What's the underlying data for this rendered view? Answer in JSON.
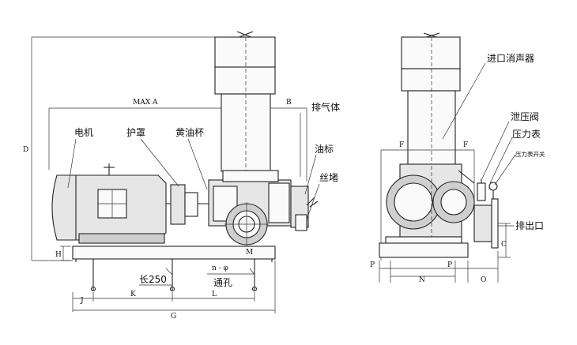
{
  "front_view": {
    "labels": {
      "motor": "电机",
      "guard": "护罩",
      "grease_cup": "黄油杯",
      "exhaust_body": "排气体",
      "oil_gauge": "油标",
      "plug": "丝堵",
      "length": "长250",
      "n_phi": "n - φ",
      "through_hole": "通孔"
    },
    "dimensions": {
      "max_a": "MAX A",
      "b": "B",
      "d": "D",
      "m": "M",
      "j": "J",
      "k": "K",
      "l": "L",
      "g": "G",
      "h": "H"
    }
  },
  "side_view": {
    "labels": {
      "inlet_silencer": "进口消声器",
      "relief_valve": "泄压阀",
      "pressure_gauge": "压力表",
      "gauge_switch": "压力表开关",
      "outlet": "排出口"
    },
    "dimensions": {
      "f_left": "F",
      "f_right": "F",
      "p_left": "P",
      "p_right": "P",
      "n": "N",
      "o": "O",
      "c": "C"
    }
  }
}
